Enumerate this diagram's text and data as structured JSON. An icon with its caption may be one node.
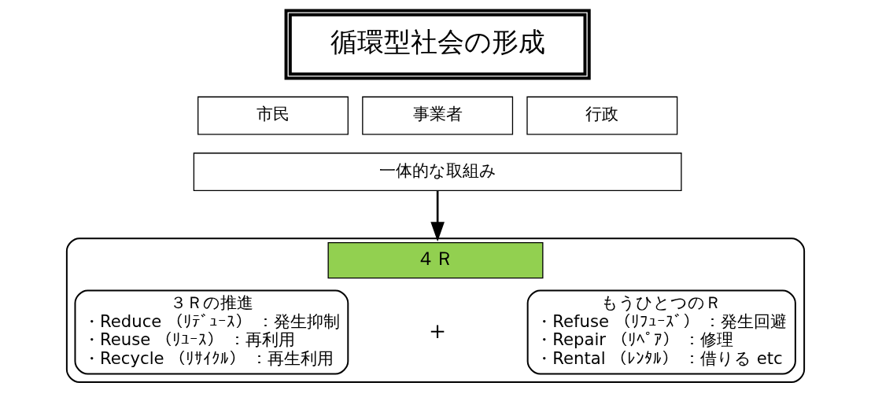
{
  "diagram": {
    "nodes": [
      {
        "text": [
          "循環型社会の形成"
        ]
      },
      {
        "text": [
          "市民"
        ]
      },
      {
        "text": [
          "事業者"
        ]
      },
      {
        "text": [
          "行政"
        ]
      },
      {
        "text": [
          "一体的な取組み"
        ]
      },
      {
        "text": [
          "４Ｒ"
        ]
      },
      {
        "text": [
          "３Ｒの推進",
          "・Reduce （ﾘﾃﾞｭｰｽ） ：発生抑制",
          "・Reuse （ﾘﾕｰｽ） ：再利用",
          "・Recycle （ﾘｻｲｸﾙ） ：再生利用"
        ],
        "in": 5
      },
      {
        "text": [
          "もうひとつのＲ",
          "・Refuse （ﾘﾌｭｰｽﾞ） ：発生回避",
          "・Repair （ﾘﾍﾟｱ） ：修理",
          "・Rental （ﾚﾝﾀﾙ） ：借りる etc"
        ],
        "in": 5
      }
    ],
    "edges": [
      {
        "from": 4,
        "to": 5,
        "arrow": "to"
      }
    ],
    "labels": [
      "＋"
    ]
  }
}
